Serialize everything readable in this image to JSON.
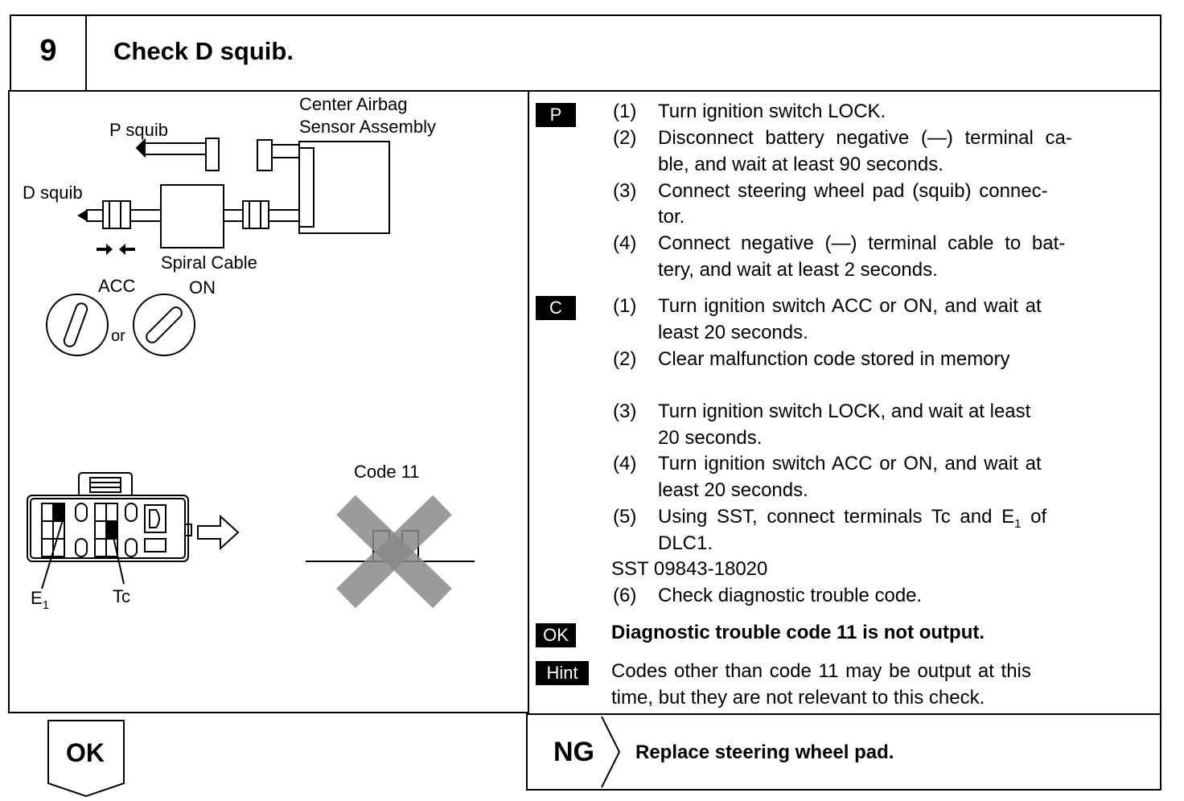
{
  "header": {
    "step_number": "9",
    "title": "Check D squib."
  },
  "diagram": {
    "label_center_line1": "Center Airbag",
    "label_center_line2": "Sensor Assembly",
    "label_p_squib": "P squib",
    "label_d_squib": "D squib",
    "label_spiral": "Spiral Cable",
    "label_acc": "ACC",
    "label_on": "ON",
    "label_or": "or",
    "label_code": "Code 11",
    "label_e1": "E",
    "label_e1_sub": "1",
    "label_tc": "Tc"
  },
  "procedure": {
    "badge_p": "P",
    "badge_c": "C",
    "badge_ok": "OK",
    "badge_hint": "Hint",
    "p_steps": [
      {
        "n": "(1)",
        "lines": [
          "Turn ignition switch LOCK."
        ]
      },
      {
        "n": "(2)",
        "lines": [
          "Disconnect battery negative (—) terminal ca-",
          "ble, and wait at least 90 seconds."
        ]
      },
      {
        "n": "(3)",
        "lines": [
          "Connect steering wheel pad (squib) connec-",
          "tor."
        ]
      },
      {
        "n": "(4)",
        "lines": [
          "Connect negative (—) terminal cable to bat-",
          "tery, and wait at least 2 seconds."
        ]
      }
    ],
    "c_steps": [
      {
        "n": "(1)",
        "lines": [
          "Turn ignition switch ACC or ON, and wait at",
          "least 20 seconds."
        ]
      },
      {
        "n": "(2)",
        "lines": [
          "Clear malfunction code stored in memory"
        ]
      },
      {
        "n": "(3)",
        "lines": [
          "Turn ignition switch LOCK, and wait at least",
          "20 seconds."
        ]
      },
      {
        "n": "(4)",
        "lines": [
          "Turn ignition switch ACC or ON, and wait at",
          "least 20 seconds."
        ]
      },
      {
        "n": "(5)",
        "lines": [
          "Using SST, connect terminals Tc and E",
          "DLC1."
        ],
        "sub": "1",
        "after_sub": " of"
      }
    ],
    "sst": "SST 09843-18020",
    "c6": {
      "n": "(6)",
      "text": "Check diagnostic trouble code."
    },
    "ok_text": "Diagnostic trouble code 11 is not output.",
    "hint_lines": [
      "Codes other than code 11 may be output at this",
      "time, but they are not relevant to this check."
    ]
  },
  "footer": {
    "ok_label": "OK",
    "ng_label": "NG",
    "ng_action": "Replace steering wheel pad."
  }
}
